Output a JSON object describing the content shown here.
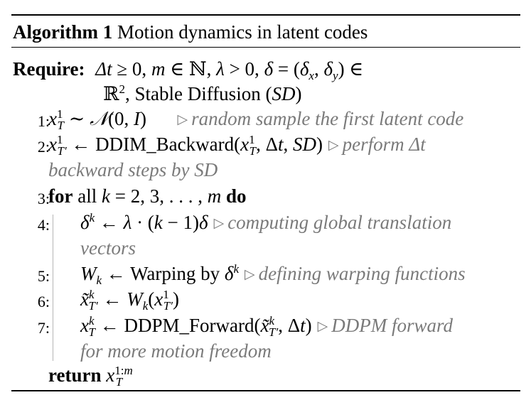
{
  "algorithm": {
    "label": "Algorithm 1",
    "title": "Motion dynamics in latent codes"
  },
  "require": {
    "keyword": "Require:",
    "line1": "Δt ≥ 0, m ∈ ℕ, λ > 0, δ = (δ_x, δ_y) ∈",
    "line2_rm": "Stable Diffusion"
  },
  "steps": [
    {
      "num": "1:",
      "comment": "random sample the first latent code"
    },
    {
      "num": "2:",
      "func": "DDIM_Backward",
      "comment_a": "perform Δt",
      "comment_b": "backward steps by SD"
    },
    {
      "num": "3:",
      "kw_for": "for",
      "word_all": "all",
      "kw_do": "do"
    },
    {
      "num": "4:",
      "comment_a": "computing global translation",
      "comment_b": "vectors"
    },
    {
      "num": "5:",
      "func": "Warping by",
      "comment": "defining warping functions"
    },
    {
      "num": "6:"
    },
    {
      "num": "7:",
      "func": "DDPM_Forward",
      "comment_a": "DDPM forward",
      "comment_b": "for more motion freedom"
    }
  ],
  "return_kw": "return"
}
